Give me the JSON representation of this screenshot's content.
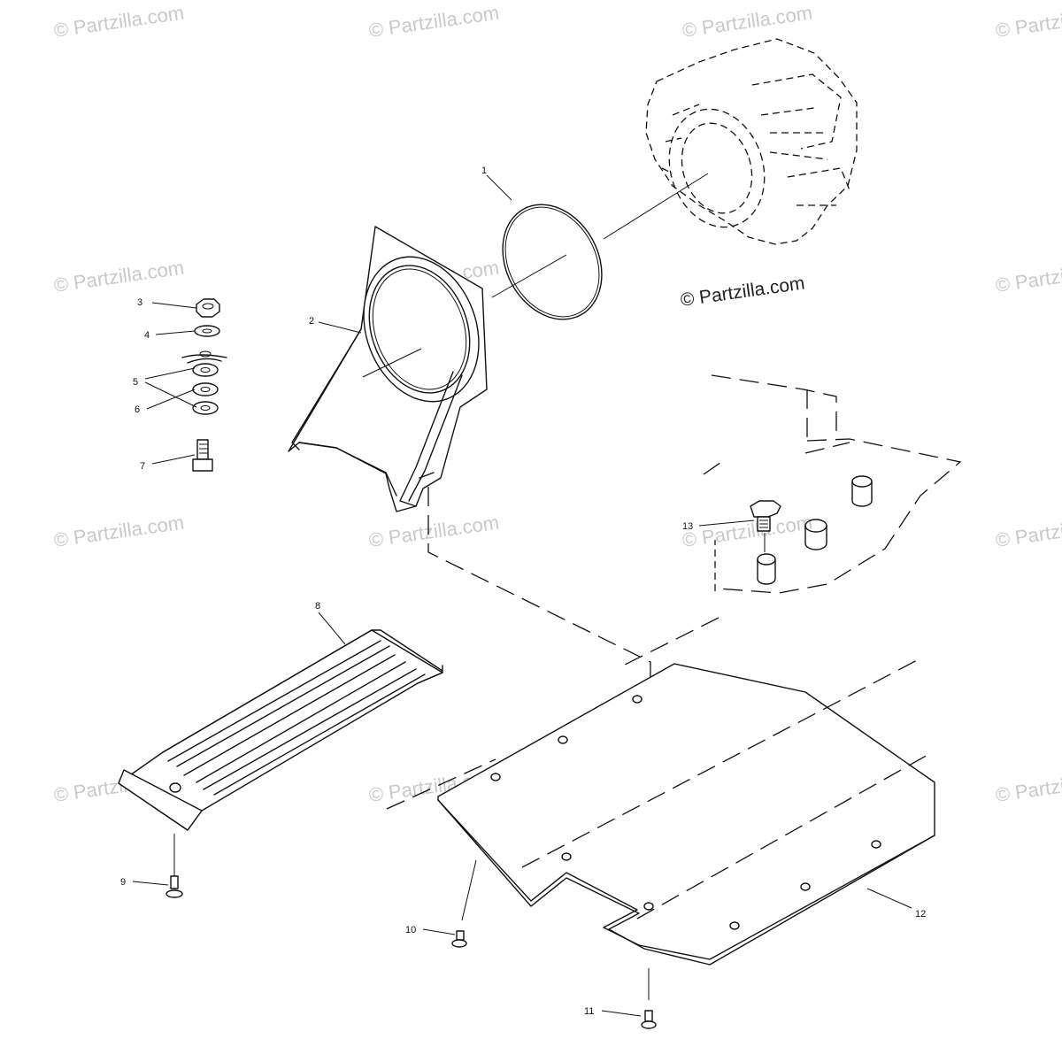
{
  "watermark": {
    "text": "© Partzilla.com",
    "main_text": "© Partzilla.com"
  },
  "callouts": [
    "1",
    "2",
    "3",
    "4",
    "5",
    "6",
    "7",
    "8",
    "9",
    "10",
    "11",
    "12",
    "13"
  ]
}
